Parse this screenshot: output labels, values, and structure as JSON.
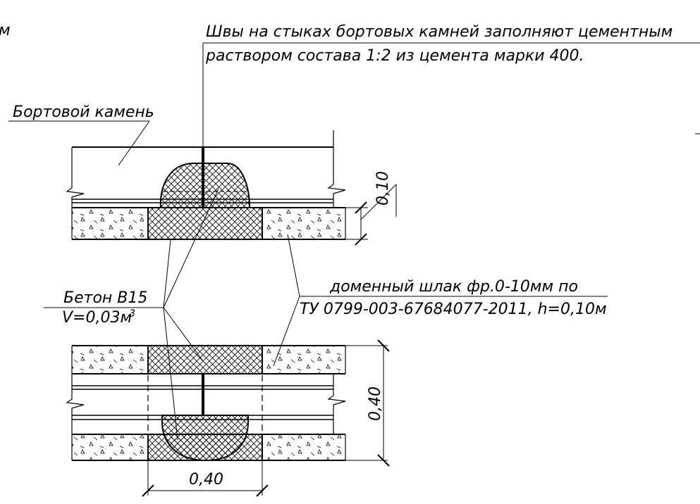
{
  "notes": {
    "top_fragment": "м",
    "seam_note_line1": "Швы на стыках бортовых камней заполняют цементным",
    "seam_note_line2": "раствором состава 1:2 из цемента марки 400.",
    "curb_stone": "Бортовой камень",
    "concrete_line1": "Бетон В15",
    "concrete_line2": "V=0,03м",
    "concrete_sup": "3",
    "slag_line1": "доменный шлак фр.0-10мм по",
    "slag_line2": "ТУ 0799-003-67684077-2011, h=0,10м"
  },
  "dimensions": {
    "section_height": "0,10",
    "plan_height": "0,40",
    "plan_width": "0,40"
  },
  "colors": {
    "ink": "#000000",
    "paper": "#ffffff"
  }
}
